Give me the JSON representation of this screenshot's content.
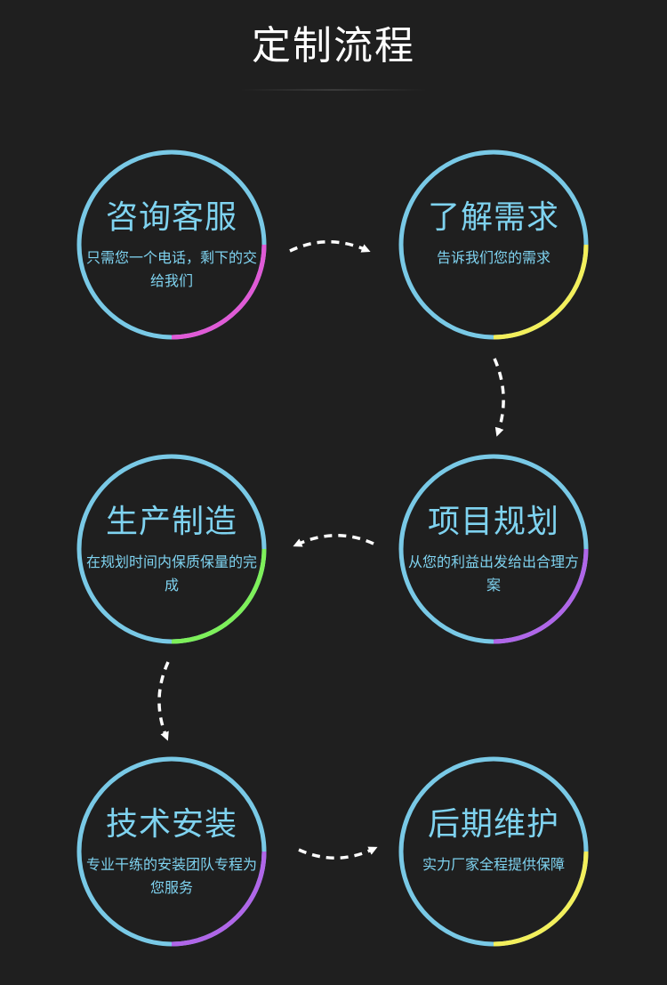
{
  "title": "定制流程",
  "colors": {
    "background": "#1f1f1f",
    "ring": "#79c9e6",
    "text": "#7fd3f0",
    "arrow": "#ffffff"
  },
  "steps": [
    {
      "title": "咨询客服",
      "desc": "只需您一个电话，剩下的交给我们",
      "accent": "#e05ad6"
    },
    {
      "title": "了解需求",
      "desc": "告诉我们您的需求",
      "accent": "#f3ef5b"
    },
    {
      "title": "项目规划",
      "desc": "从您的利益出发给出合理方案",
      "accent": "#b066e8"
    },
    {
      "title": "生产制造",
      "desc": "在规划时间内保质保量的完成",
      "accent": "#7ef05a"
    },
    {
      "title": "技术安装",
      "desc": "专业干练的安装团队专程为您服务",
      "accent": "#b066e8"
    },
    {
      "title": "后期维护",
      "desc": "实力厂家全程提供保障",
      "accent": "#f3ef5b"
    }
  ]
}
